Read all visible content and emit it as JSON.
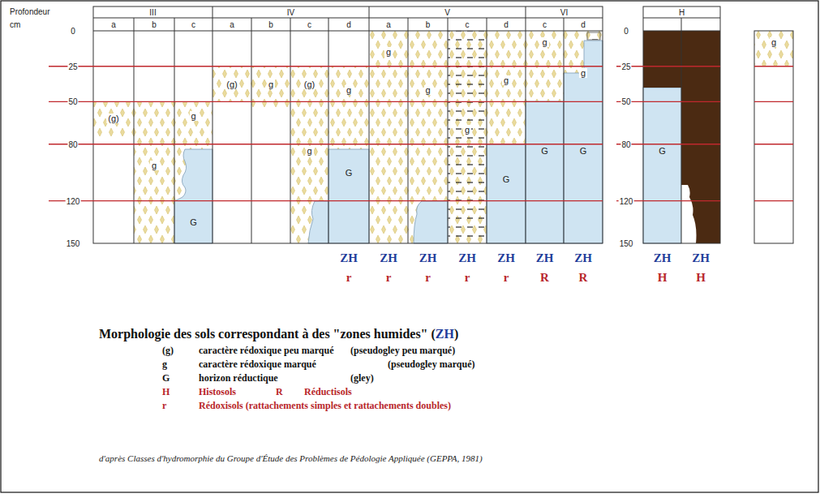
{
  "diagram": {
    "title": "Morphologie des sols correspondant à des \"zones humides\" (ZH)",
    "caption": "d'après Classes d'hydromorphie du Groupe d'Étude des Problèmes de Pédologie Appliquée (GEPPA, 1981)",
    "labels": [
      "Profondeur",
      "cm",
      "III",
      "IV",
      "V",
      "VI",
      "H",
      "a",
      "b",
      "c",
      "a",
      "b",
      "c",
      "d",
      "a",
      "b",
      "c",
      "d",
      "c",
      "d",
      "0",
      "25",
      "50",
      "80",
      "120",
      "150",
      "0",
      "25",
      "50",
      "80",
      "120",
      "150",
      "(g)",
      "g",
      "g",
      "G",
      "(g)",
      "g",
      "(g)",
      "g",
      "g",
      "G",
      "g",
      "g",
      "g",
      "g",
      "G",
      "g",
      "G",
      "g",
      "G",
      "G",
      "g",
      "ZH",
      "ZH",
      "ZH",
      "ZH",
      "ZH",
      "ZH",
      "ZH",
      "ZH",
      "ZH",
      "r",
      "r",
      "r",
      "r",
      "r",
      "R",
      "R",
      "H",
      "H",
      "(g)",
      "caractère rédoxique peu marqué",
      "(pseudogley peu marqué)",
      "g",
      "caractère rédoxique marqué",
      "(pseudogley marqué)",
      "G",
      "horizon réductique",
      "(gley)",
      "H",
      "Histosols",
      "R",
      "Réductisols",
      "r",
      "Rédoxisols (rattachements simples et rattachements doubles)"
    ]
  }
}
